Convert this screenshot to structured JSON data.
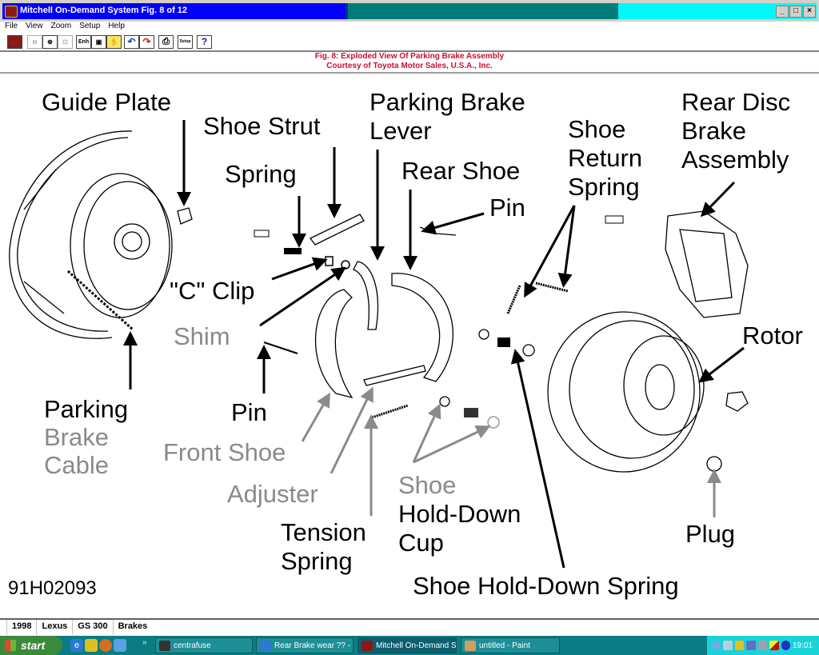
{
  "window": {
    "title": "Mitchell On-Demand System Fig. 8 of 12",
    "controls": {
      "minimize": "_",
      "maximize": "□",
      "close": "×"
    },
    "colors": {
      "title_blue": "#0000f8",
      "title_teal": "#007b7b",
      "title_cyan": "#00f8f8"
    }
  },
  "menu": [
    "File",
    "View",
    "Zoom",
    "Setup",
    "Help"
  ],
  "toolbar": [
    {
      "name": "exit-icon",
      "glyph": "■"
    },
    {
      "name": "zoom-out-icon",
      "glyph": "⊖"
    },
    {
      "name": "zoom-in-icon",
      "glyph": "⊕"
    },
    {
      "name": "zoom-fit-icon",
      "glyph": "⊡"
    },
    {
      "name": "enhance-icon",
      "glyph": "Enh"
    },
    {
      "name": "window-icon",
      "glyph": "▣"
    },
    {
      "name": "hand-icon",
      "glyph": "✋"
    },
    {
      "name": "back-icon",
      "glyph": "↶"
    },
    {
      "name": "forward-icon",
      "glyph": "↷"
    },
    {
      "name": "print-icon",
      "glyph": "⎙"
    },
    {
      "name": "setup-icon",
      "glyph": "Setup"
    },
    {
      "name": "help-icon",
      "glyph": "?"
    }
  ],
  "caption": {
    "line1": "Fig. 8:  Exploded View Of Parking Brake Assembly",
    "line2": "Courtesy of Toyota Motor Sales, U.S.A., Inc.",
    "color": "#c8102e"
  },
  "diagram": {
    "labels": {
      "guide_plate": "Guide Plate",
      "shoe_strut": "Shoe Strut",
      "spring": "Spring",
      "parking_brake_lever_1": "Parking Brake",
      "parking_brake_lever_2": "Lever",
      "rear_shoe": "Rear Shoe",
      "pin_top": "Pin",
      "shoe_return_spring_1": "Shoe",
      "shoe_return_spring_2": "Return",
      "shoe_return_spring_3": "Spring",
      "rear_disc_1": "Rear Disc",
      "rear_disc_2": "Brake",
      "rear_disc_3": "Assembly",
      "c_clip": "\"C\" Clip",
      "shim": "Shim",
      "rotor": "Rotor",
      "parking_cable_1": "Parking",
      "parking_cable_2": "Brake",
      "parking_cable_3": "Cable",
      "pin_left": "Pin",
      "front_shoe": "Front Shoe",
      "adjuster": "Adjuster",
      "tension_spring_1": "Tension",
      "tension_spring_2": "Spring",
      "hold_down_cup_1": "Shoe",
      "hold_down_cup_2": "Hold-Down",
      "hold_down_cup_3": "Cup",
      "plug": "Plug",
      "hold_down_spring": "Shoe Hold-Down Spring"
    },
    "figure_id": "91H02093"
  },
  "statusbar": [
    "1998",
    "Lexus",
    "GS 300",
    "Brakes"
  ],
  "taskbar": {
    "start": "start",
    "quicklaunch": [
      "ie-icon",
      "messenger-icon",
      "firefox-icon",
      "outlook-icon"
    ],
    "overflow": "»",
    "tasks": [
      {
        "label": "centrafuse",
        "active": false
      },
      {
        "label": "Rear Brake wear ?? - ...",
        "active": false
      },
      {
        "label": "Mitchell On-Demand S...",
        "active": true
      },
      {
        "label": "untitled - Paint",
        "active": false
      }
    ],
    "clock": "19:01"
  }
}
